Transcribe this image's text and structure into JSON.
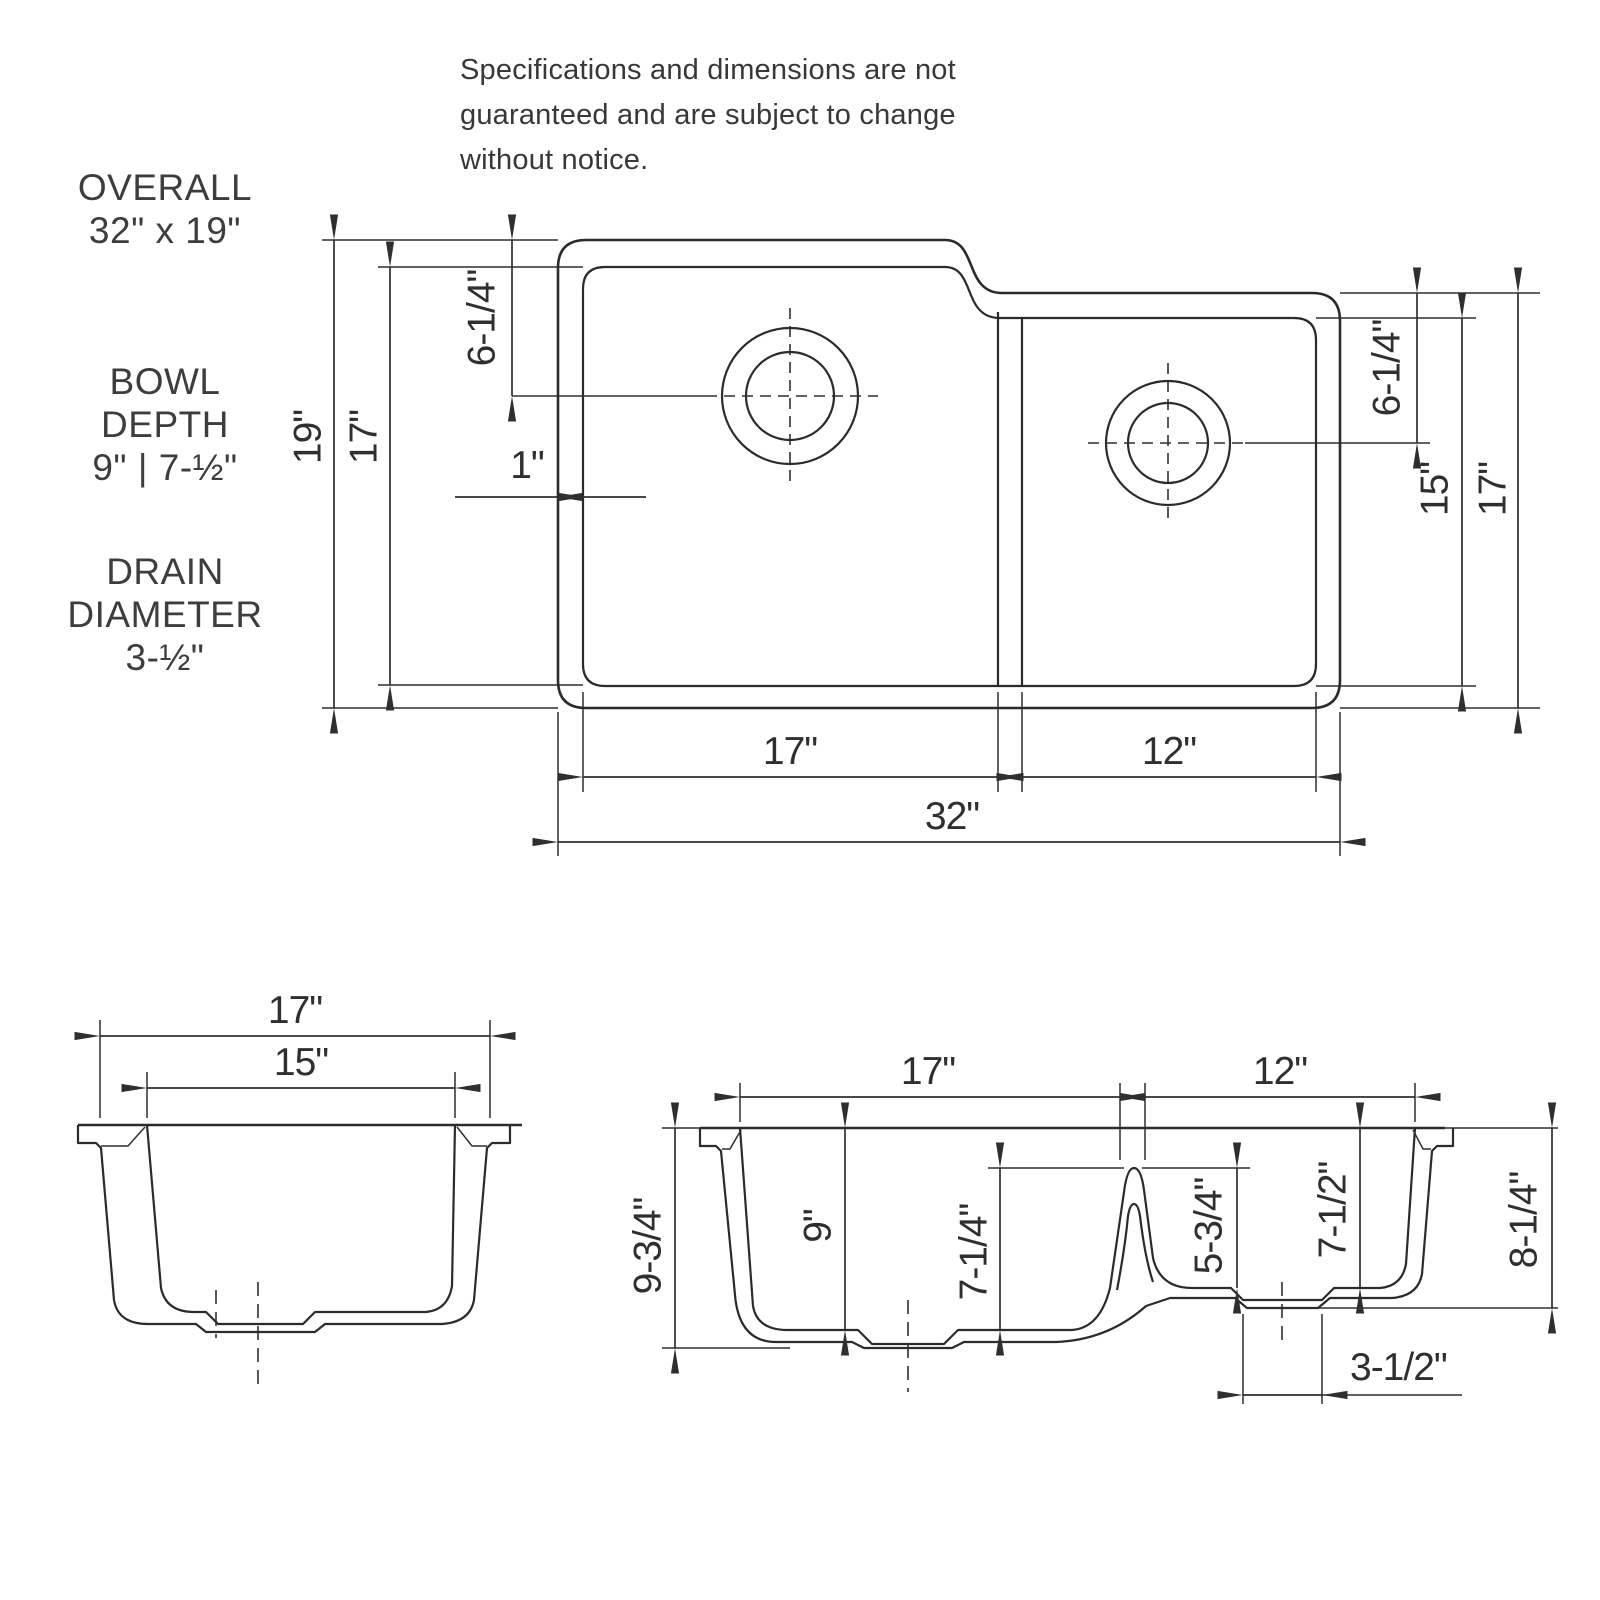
{
  "disclaimer": "Specifications and dimensions are not\nguaranteed and are subject to change\nwithout notice.",
  "legend": {
    "overall": "OVERALL\n32\" x 19\"",
    "bowl_depth": "BOWL\nDEPTH\n9\" | 7-½\"",
    "drain_diameter": "DRAIN\nDIAMETER\n3-½\""
  },
  "plan_view": {
    "overall_height": "19\"",
    "bowl_height": "17\"",
    "large_drain_offset": "6-1/4\"",
    "rim_lip": "1\"",
    "small_drain_offset": "6-1/4\"",
    "small_bowl_height": "15\"",
    "small_overall_height": "17\"",
    "large_bowl_width": "17\"",
    "small_bowl_width": "12\"",
    "overall_width": "32\""
  },
  "side_section": {
    "outer_width": "17\"",
    "inner_width": "15\""
  },
  "front_section": {
    "large_bowl_width": "17\"",
    "small_bowl_width": "12\"",
    "large_overall_depth": "9-3/4\"",
    "large_bowl_depth": "9\"",
    "large_divider_depth": "7-1/4\"",
    "small_divider_depth": "5-3/4\"",
    "small_bowl_depth": "7-1/2\"",
    "small_overall_depth": "8-1/4\"",
    "drain_width": "3-1/2\""
  }
}
